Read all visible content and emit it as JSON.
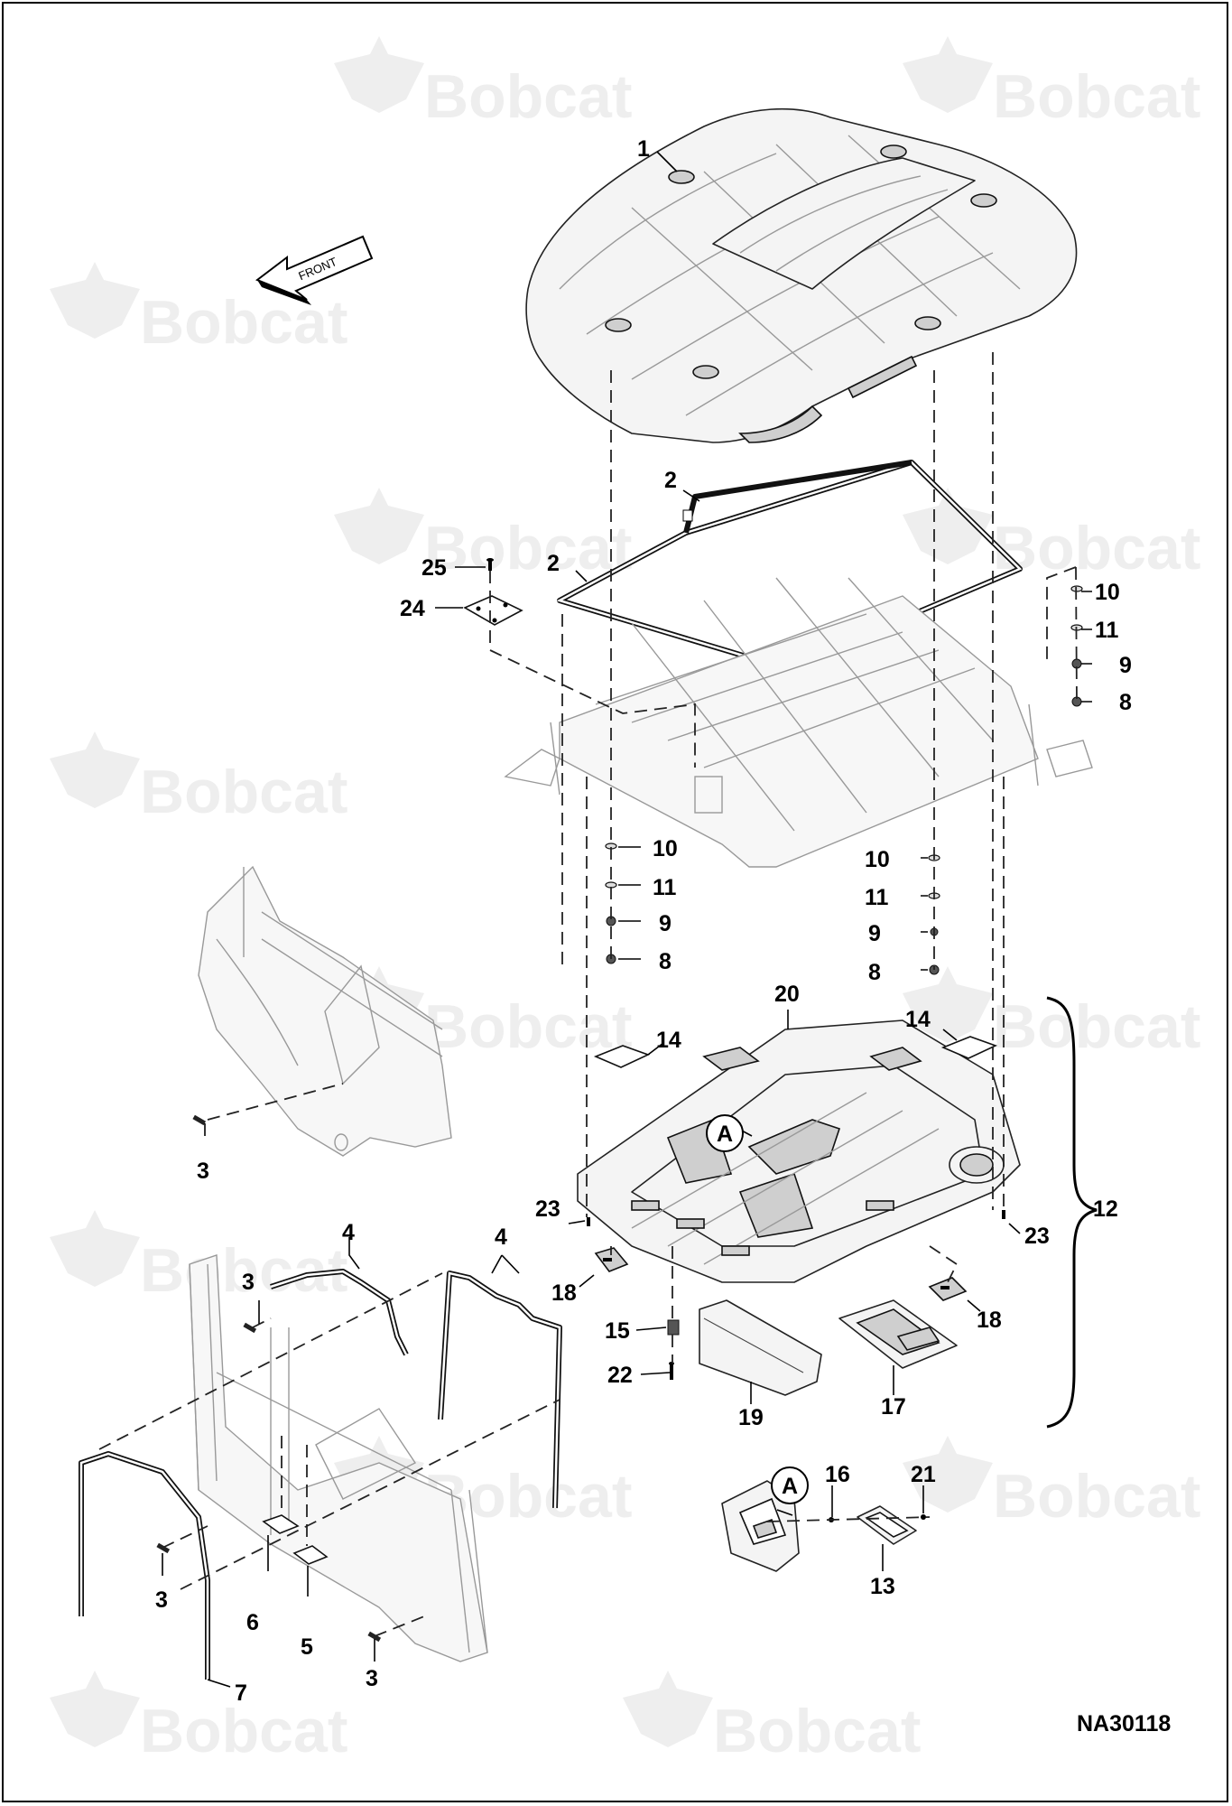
{
  "watermark": {
    "brand": "Bobcat"
  },
  "front_arrow": {
    "text": "FRONT"
  },
  "figure_id": "NA30118",
  "callouts": {
    "c1": "1",
    "c2a": "2",
    "c2b": "2",
    "c3a": "3",
    "c3b": "3",
    "c3c": "3",
    "c3d": "3",
    "c4a": "4",
    "c4b": "4",
    "c5": "5",
    "c6": "6",
    "c7": "7",
    "c8a": "8",
    "c8b": "8",
    "c8c": "8",
    "c9a": "9",
    "c9b": "9",
    "c9c": "9",
    "c10a": "10",
    "c10b": "10",
    "c10c": "10",
    "c11a": "11",
    "c11b": "11",
    "c11c": "11",
    "c12": "12",
    "c13": "13",
    "c14a": "14",
    "c14b": "14",
    "c15": "15",
    "c16": "16",
    "c17": "17",
    "c18a": "18",
    "c18b": "18",
    "c19": "19",
    "c20": "20",
    "c21": "21",
    "c22": "22",
    "c23a": "23",
    "c23b": "23",
    "c24": "24",
    "c25": "25"
  },
  "detail_markers": {
    "a1": "A",
    "a2": "A"
  }
}
